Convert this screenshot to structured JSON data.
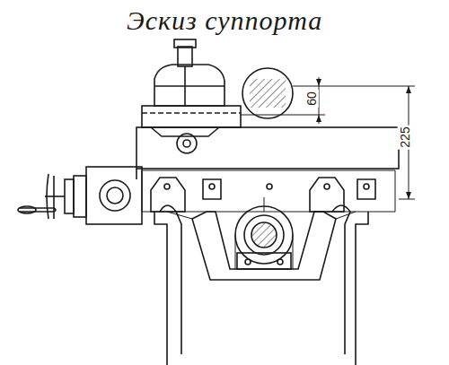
{
  "diagram": {
    "title": "Эскиз суппорта",
    "labels": [
      "60",
      "225"
    ]
  }
}
